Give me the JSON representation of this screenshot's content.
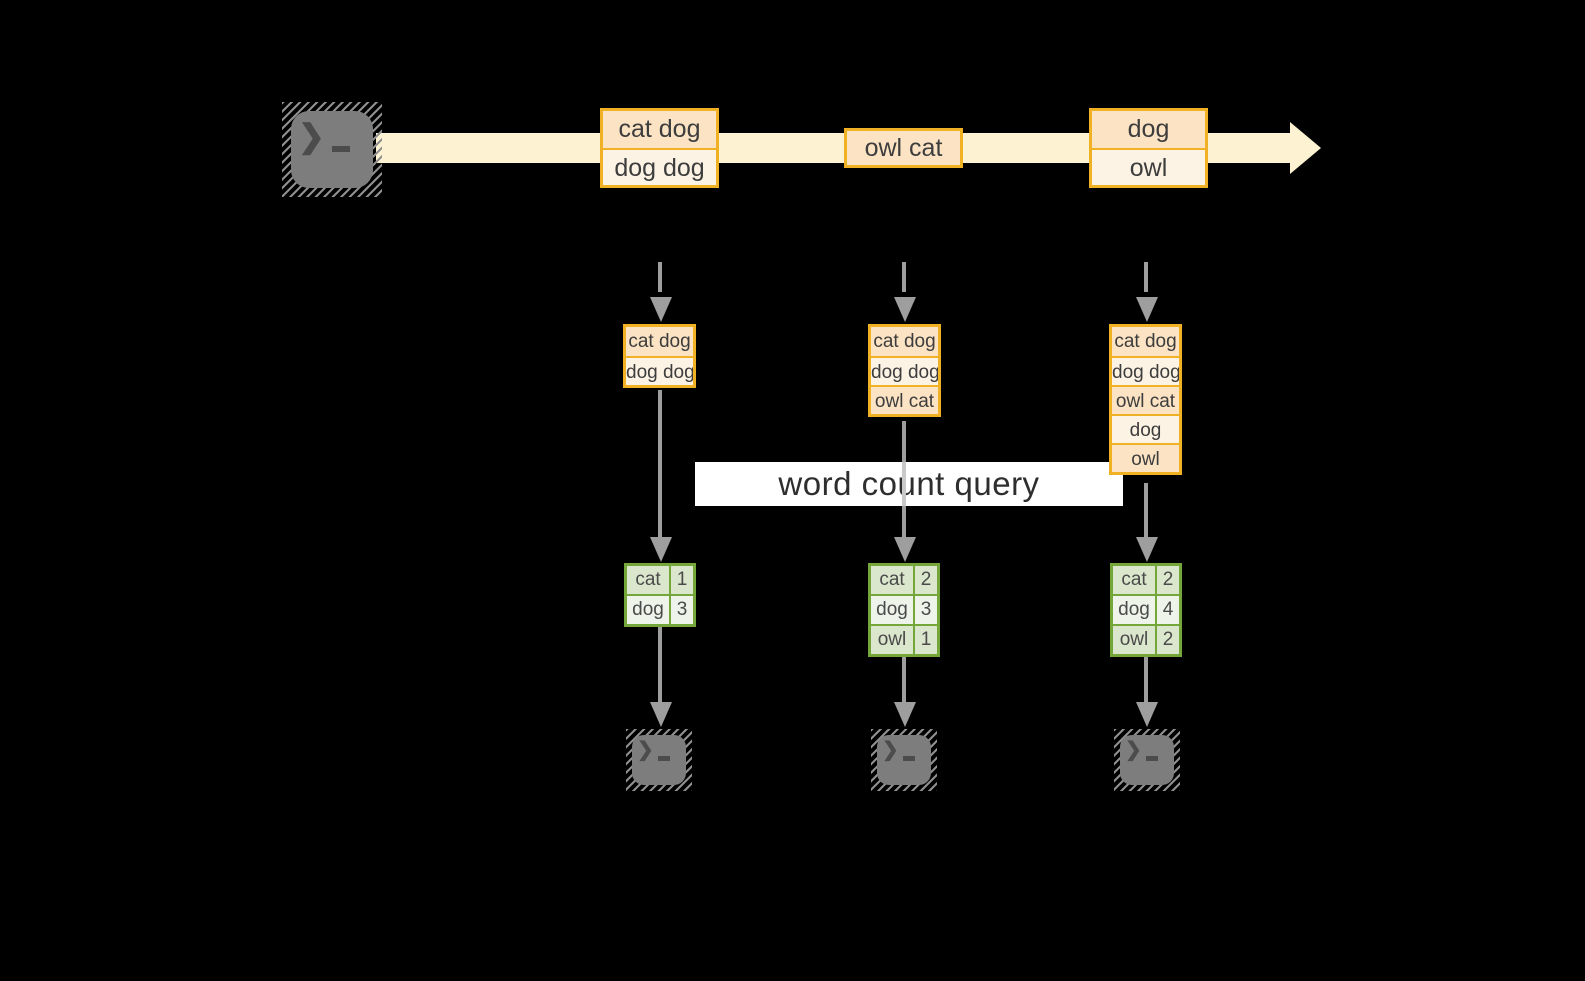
{
  "query_label": "word count query",
  "icons": {
    "terminal_glyph": "❯"
  },
  "stream": {
    "source_icon": "terminal-icon",
    "events": [
      {
        "cells": [
          "cat dog",
          "dog dog"
        ]
      },
      {
        "cells": [
          "owl cat"
        ]
      },
      {
        "cells": [
          "dog",
          "owl"
        ]
      }
    ]
  },
  "columns": [
    {
      "window": [
        "cat dog",
        "dog dog"
      ],
      "counts": [
        {
          "word": "cat",
          "count": "1"
        },
        {
          "word": "dog",
          "count": "3"
        }
      ]
    },
    {
      "window": [
        "cat dog",
        "dog dog",
        "owl cat"
      ],
      "counts": [
        {
          "word": "cat",
          "count": "2"
        },
        {
          "word": "dog",
          "count": "3"
        },
        {
          "word": "owl",
          "count": "1"
        }
      ]
    },
    {
      "window": [
        "cat dog",
        "dog dog",
        "owl cat",
        "dog",
        "owl"
      ],
      "counts": [
        {
          "word": "cat",
          "count": "2"
        },
        {
          "word": "dog",
          "count": "4"
        },
        {
          "word": "owl",
          "count": "2"
        }
      ]
    }
  ],
  "colors": {
    "background": "#000000",
    "stream_band": "#fdf3d2",
    "event_border": "#f0b224",
    "event_fill_peach": "#fbe3c3",
    "event_fill_cream": "#fdf3e5",
    "table_border": "#74a63a",
    "table_fill_dark": "#dbe7cc",
    "table_fill_light": "#eff4ea",
    "arrow_gray": "#9e9e9e",
    "terminal_gray": "#7d7d7d",
    "label_bg": "#ffffff",
    "text": "#3d3d3d"
  }
}
